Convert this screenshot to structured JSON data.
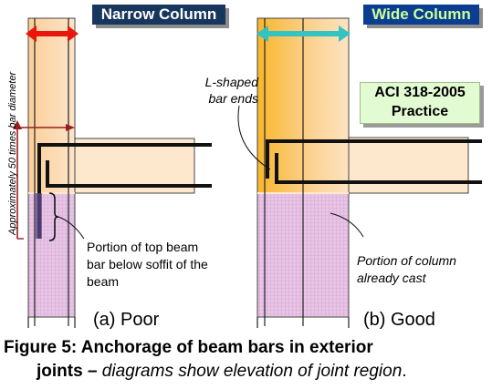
{
  "narrow": {
    "title": "Narrow Column",
    "rotated_label": "Approximately 50 times bar diameter",
    "note_lines": [
      "Portion of top beam",
      "bar below soffit of the",
      "beam"
    ],
    "caption": "(a) Poor"
  },
  "wide": {
    "title": "Wide Column",
    "lbar_lines": [
      "L-shaped",
      "bar ends"
    ],
    "aci_lines": [
      "ACI 318-2005",
      "Practice"
    ],
    "cast_lines": [
      "Portion of column",
      "already cast"
    ],
    "caption": "(b) Good"
  },
  "figure": {
    "line1": "Figure 5: Anchorage of beam bars in exterior",
    "line2_bold": "joints –",
    "line2_italic": " diagrams show elevation of joint region",
    "line2_end": "."
  },
  "colors": {
    "orange_fill": "#fcd7a8",
    "pink_fill": "#e7bfe3",
    "arrow_red": "#e8160c",
    "arrow_teal": "#34c3c3",
    "title_bg": "#17365d"
  }
}
